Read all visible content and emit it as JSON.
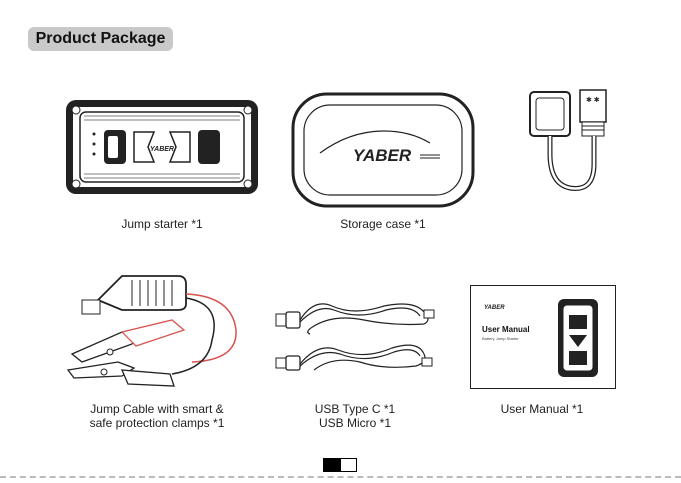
{
  "header": {
    "title": "Product Package"
  },
  "items": [
    {
      "caption": "Jump starter *1",
      "icon": "jump-starter-illustration"
    },
    {
      "caption": "Storage case *1",
      "icon": "storage-case-illustration",
      "logo_text": "YABER"
    },
    {
      "caption": "",
      "icon": "car-charger-adapter-illustration"
    },
    {
      "caption_line1": "Jump Cable with smart &",
      "caption_line2": "safe protection clamps *1",
      "icon": "jump-cable-clamps-illustration"
    },
    {
      "caption_line1": "USB Type C *1",
      "caption_line2": "USB Micro *1",
      "icon": "usb-cables-illustration"
    },
    {
      "caption": "User Manual *1",
      "icon": "user-manual-illustration",
      "manual_title": "User Manual",
      "manual_subtitle": "Battery Jump Starter",
      "logo_text": "YABER"
    }
  ],
  "colors": {
    "badge": "#c9c9c9",
    "accent_red": "#d9534f",
    "line": "#222222"
  }
}
